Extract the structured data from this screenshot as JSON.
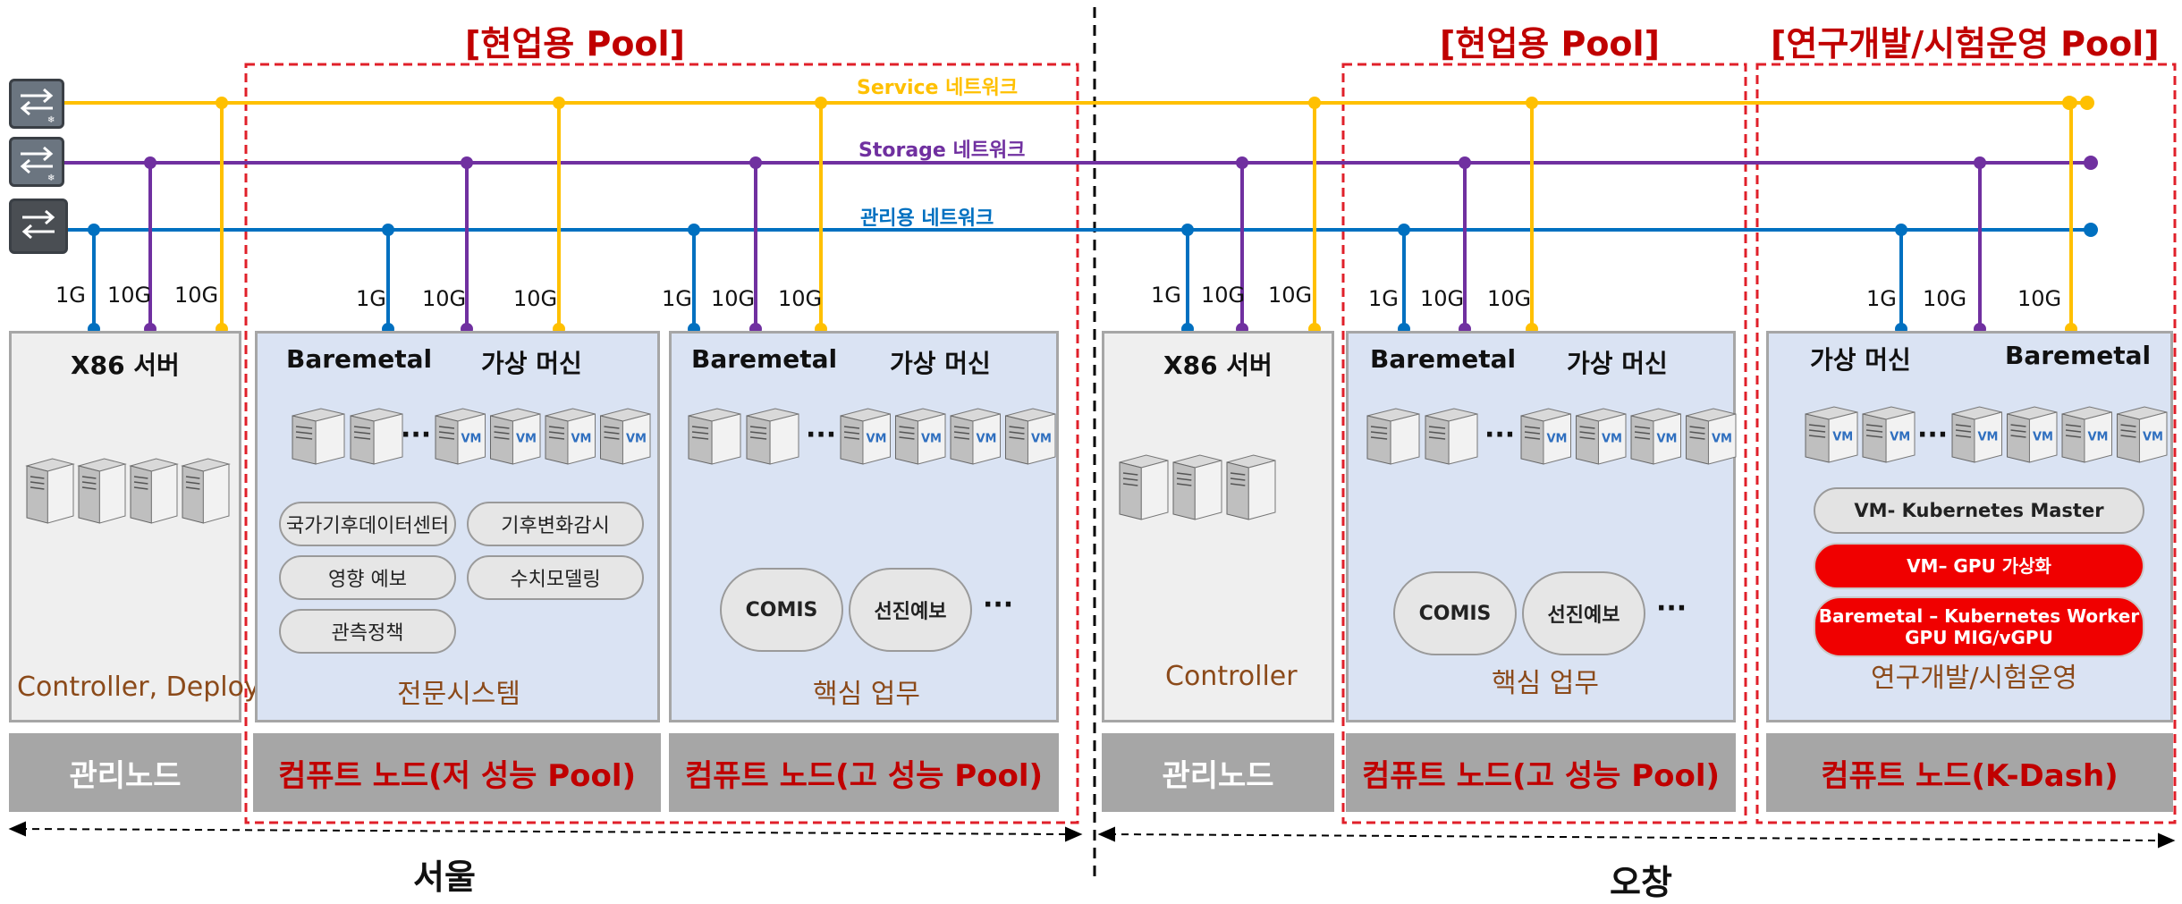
{
  "pools": {
    "left_main": "[현업용 Pool]",
    "right_main": "[현업용 Pool]",
    "right_research": "[연구개발/시험운영 Pool]"
  },
  "networks": {
    "service": {
      "label": "Service 네트워크",
      "color": "#ffc000"
    },
    "storage": {
      "label": "Storage 네트워크",
      "color": "#7030a0"
    },
    "management": {
      "label": "관리용 네트워크",
      "color": "#0070c0"
    }
  },
  "speeds": {
    "g1": "1G",
    "g10": "10G"
  },
  "panels": {
    "x86_server": "X86 서버",
    "baremetal": "Baremetal",
    "virtual_machine": "가상 머신",
    "vm_badge": "VM",
    "ellipsis": "···"
  },
  "seoul": {
    "mgmt_caption": "Controller, Deploy",
    "low_pool_caption": "전문시스템",
    "low_pool_services": [
      "국가기후데이터센터",
      "기후변화감시",
      "영향 예보",
      "수치모델링",
      "관측정책"
    ],
    "high_pool_services": [
      "COMIS",
      "선진예보"
    ],
    "high_pool_caption": "핵심 업무",
    "footers": [
      "관리노드",
      "컴퓨트 노드(저 성능 Pool)",
      "컴퓨트 노드(고 성능 Pool)"
    ],
    "region": "서울"
  },
  "ochang": {
    "mgmt_caption": "Controller",
    "high_pool_services": [
      "COMIS",
      "선진예보"
    ],
    "high_pool_caption": "핵심 업무",
    "kdash_services": [
      "VM- Kubernetes Master",
      "VM– GPU 가상화",
      "Baremetal – Kubernetes Worker",
      "GPU MIG/vGPU"
    ],
    "kdash_caption": "연구개발/시험운영",
    "footers": [
      "관리노드",
      "컴퓨트 노드(고 성능 Pool)",
      "컴퓨트 노드(K-Dash)"
    ],
    "region": "오창"
  }
}
